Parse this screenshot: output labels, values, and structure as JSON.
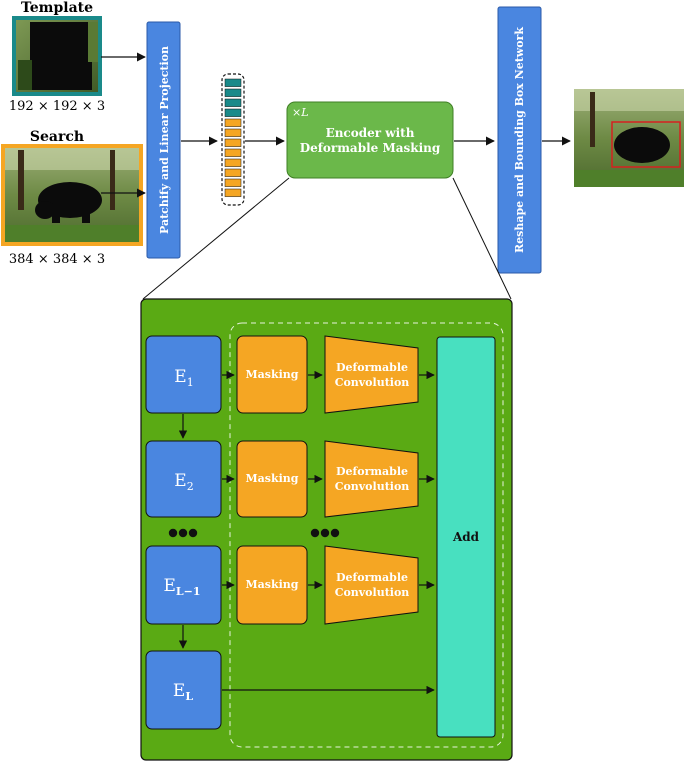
{
  "inputs": {
    "template_label": "Template",
    "template_size": "192 × 192 × 3",
    "search_label": "Search",
    "search_size": "384 × 384 × 3"
  },
  "top": {
    "patchify_label": "Patchify and Linear Projection",
    "encoder_label_line1": "Encoder with",
    "encoder_label_line2": "Deformable Masking",
    "encoder_repeat": "×L",
    "reshape_label": "Reshape and Bounding Box Network"
  },
  "tokens": {
    "template_token_count": 4,
    "search_token_count": 8
  },
  "detail": {
    "rows": [
      {
        "encoder": "E",
        "sub": "1",
        "masking": "Masking",
        "deform_line1": "Deformable",
        "deform_line2": "Convolution"
      },
      {
        "encoder": "E",
        "sub": "2",
        "masking": "Masking",
        "deform_line1": "Deformable",
        "deform_line2": "Convolution"
      },
      {
        "encoder": "E",
        "sub": "L−1",
        "masking": "Masking",
        "deform_line1": "Deformable",
        "deform_line2": "Convolution"
      },
      {
        "encoder": "E",
        "sub": "L"
      }
    ],
    "add_label": "Add"
  },
  "colors": {
    "blue": "#4a86e0",
    "green_light": "#6bb84a",
    "green_panel": "#5aaa14",
    "orange": "#f5a623",
    "teal_token": "#1a8a8a",
    "add_cyan": "#48e0c0",
    "template_border": "#1a8a8a",
    "search_border": "#f5a623",
    "bbox_red": "#d62020"
  }
}
